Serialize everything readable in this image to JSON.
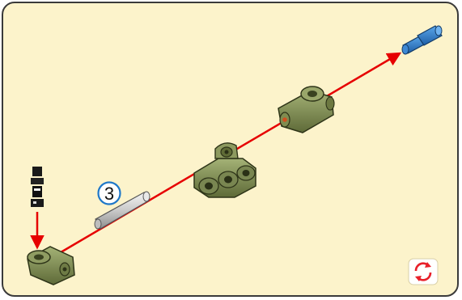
{
  "step": {
    "number_label": "3"
  },
  "colors": {
    "panel_background": "#fcf3cb",
    "panel_border": "#3a3a3a",
    "assembly_arrow": "#e60000",
    "part_olive": "#7d8a52",
    "pin_blue": "#2f7fd0",
    "axle_grey": "#d8d8d8",
    "rotate_icon": "#e8202a"
  },
  "parts": [
    {
      "name": "angle-connector",
      "color": "olive"
    },
    {
      "name": "half-bush",
      "color": "black"
    },
    {
      "name": "axle",
      "color": "light-grey"
    },
    {
      "name": "double-beam-connector",
      "color": "olive"
    },
    {
      "name": "cross-connector",
      "color": "olive"
    },
    {
      "name": "axle-pin",
      "color": "blue"
    }
  ],
  "icons": {
    "rotate": "rotate-icon"
  }
}
